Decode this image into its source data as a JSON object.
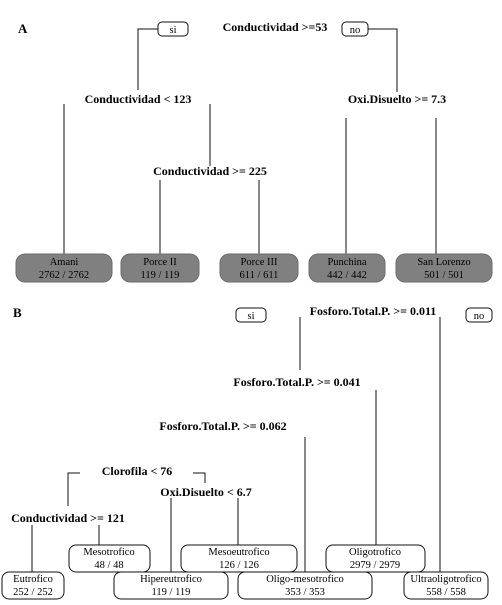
{
  "panel_a": {
    "label": "A",
    "root": "Conductividad >=53",
    "yes_tag": "si",
    "no_tag": "no",
    "split_left": "Conductividad < 123",
    "split_right": "Oxi.Disuelto >= 7.3",
    "split_inner": "Conductividad >= 225",
    "leaves": [
      {
        "name": "Amani",
        "count": "2762 / 2762"
      },
      {
        "name": "Porce II",
        "count": "119 / 119"
      },
      {
        "name": "Porce III",
        "count": "611 / 611"
      },
      {
        "name": "Punchina",
        "count": "442 / 442"
      },
      {
        "name": "San Lorenzo",
        "count": "501 / 501"
      }
    ]
  },
  "panel_b": {
    "label": "B",
    "root": "Fosforo.Total.P. >= 0.011",
    "yes_tag": "si",
    "no_tag": "no",
    "split_2": "Fosforo.Total.P. >= 0.041",
    "split_3": "Fosforo.Total.P. >= 0.062",
    "split_clorofila": "Clorofila < 76",
    "split_cond": "Conductividad >= 121",
    "split_oxi": "Oxi.Disuelto < 6.7",
    "leaves": [
      {
        "name": "Eutrofico",
        "count": "252 / 252"
      },
      {
        "name": "Mesotrofico",
        "count": "48 / 48"
      },
      {
        "name": "Hipereutrofico",
        "count": "119 / 119"
      },
      {
        "name": "Mesoeutrofico",
        "count": "126 / 126"
      },
      {
        "name": "Oligo-mesotrofico",
        "count": "353 / 353"
      },
      {
        "name": "Oligotrofico",
        "count": "2979 / 2979"
      },
      {
        "name": "Ultraoligotrofico",
        "count": "558 / 558"
      }
    ]
  }
}
